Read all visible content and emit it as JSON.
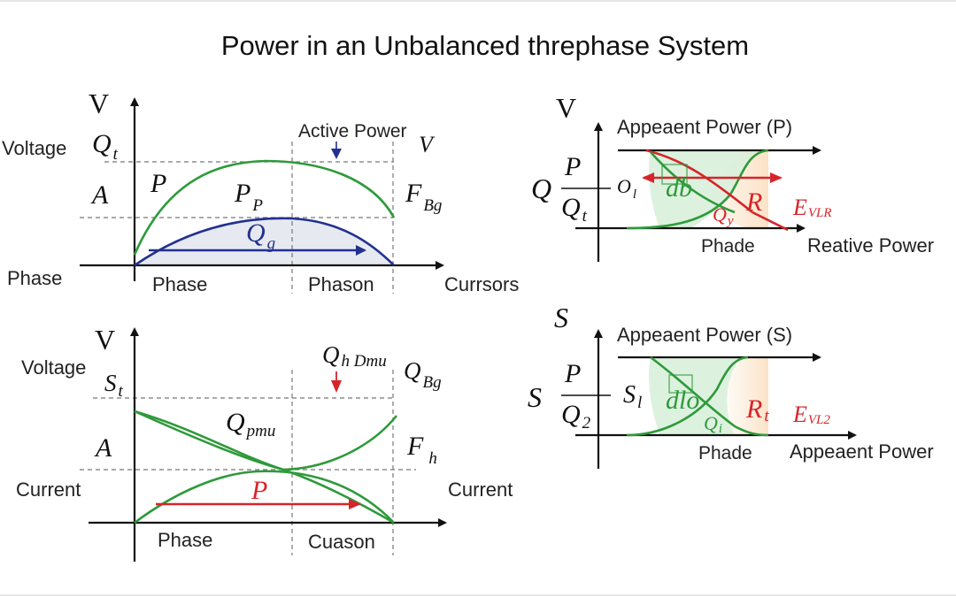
{
  "title": "Power in an Unbalanced threphase System",
  "colors": {
    "green_curve": "#2e9a3a",
    "blue_curve": "#22308f",
    "red_arrow": "#d6242a",
    "red_text": "#d6242a",
    "blue_fill": "#e6e9ef",
    "green_fill": "#d9efdc",
    "peach_fill": "#fbe7cf"
  },
  "panel_tl": {
    "y_axis_symbol": "V",
    "voltage_label": "Voltage",
    "q_label": "Q",
    "q_sub": "t",
    "a_label": "A",
    "p_label": "P",
    "pp_label": "P",
    "pp_sub": "P",
    "qg_label": "Q",
    "qg_sub": "g",
    "active_power": "Active Power",
    "v_right": "V",
    "fbg_label": "F",
    "fbg_sub": "Bg",
    "phase_left": "Phase",
    "phase_axis": "Phase",
    "phason": "Phason",
    "cursors": "Currsors"
  },
  "panel_bl": {
    "y_axis_symbol": "V",
    "voltage_label": "Voltage",
    "st_label": "S",
    "st_sub": "t",
    "qh_label": "Q",
    "qh_sub": "h Dmu",
    "qbg_label": "Q",
    "qbg_sub": "Bg",
    "a_label": "A",
    "qpmu_label": "Q",
    "qpmu_sub": "pmu",
    "fh_label": "F",
    "fh_sub": "h",
    "current_left": "Current",
    "p_label": "P",
    "current_right": "Current",
    "phase_axis": "Phase",
    "cuason": "Cuason"
  },
  "panel_tr": {
    "y_axis_symbol": "V",
    "top_label": "Appeaent Power (P)",
    "q_side": "Q",
    "frac_num": "P",
    "frac_den": "Q",
    "frac_den_sub": "t",
    "o_label": "O",
    "o_sub": "l",
    "db_label": "db",
    "qy_label": "Q",
    "qy_sub": "y",
    "r_label": "R",
    "e_label": "E",
    "e_sub": "VLR",
    "phade": "Phade",
    "bottom_right": "Reative Power"
  },
  "panel_br": {
    "y_axis_symbol": "S",
    "top_label": "Appeaent Power (S)",
    "s_side": "S",
    "frac_num": "P",
    "frac_den": "Q",
    "frac_den_sub": "2",
    "s_label": "S",
    "s_sub": "l",
    "dlo_label": "dlo",
    "qi_label": "Q",
    "qi_sub": "i",
    "r_label": "R",
    "r_sub": "t",
    "e_label": "E",
    "e_sub": "VL2",
    "phade": "Phade",
    "bottom_right": "Appeaent Power"
  }
}
